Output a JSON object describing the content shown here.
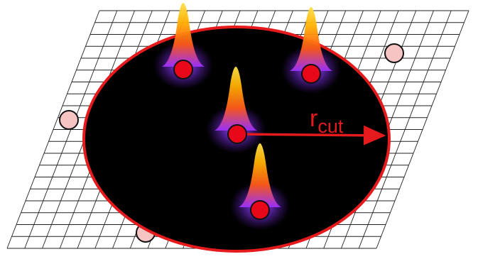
{
  "diagram": {
    "cutoff_label": {
      "base": "r",
      "subscript": "cut"
    },
    "colors": {
      "background": "#ffffff",
      "grid": "#222222",
      "disk_fill": "#000000",
      "disk_edge": "#e41a1c",
      "center_atom": "#e8081a",
      "outer_atom": "#f7c4c4",
      "arrow": "#e41a1c",
      "peak_top": "#ffd000",
      "peak_mid": "#ff6a00",
      "peak_base": "#8b2cff"
    },
    "center_atoms": [
      "atom-1",
      "atom-2",
      "atom-3",
      "atom-4"
    ],
    "outer_atoms": [
      "outer-atom-1",
      "outer-atom-2",
      "outer-atom-3"
    ]
  }
}
